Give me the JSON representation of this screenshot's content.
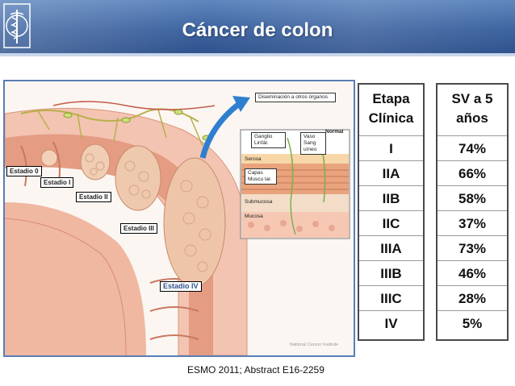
{
  "slide": {
    "title": "Cáncer de colon",
    "footer": "ESMO 2011; Abstract  E16-2259"
  },
  "illustration": {
    "labels": {
      "dissemination": "Diseminación a otros órganos",
      "ganglio": "Ganglio Linfát.",
      "vaso": "Vaso Sang uíneo",
      "normal": "Normal",
      "serosa": "Serosa",
      "capas": "Capas Muscu lar.",
      "submucosa": "Submucosa",
      "mucosa": "Mucosa",
      "stage0": "Estadio 0",
      "stage1": "Estadio I",
      "stage2": "Estadio II",
      "stage3": "Estadio III",
      "stage4": "Estadio IV",
      "credit": "National Cancer Institute"
    }
  },
  "stages_table": {
    "header": [
      "Etapa",
      "Clínica"
    ],
    "rows": [
      "I",
      "IIA",
      "IIB",
      "IIC",
      "IIIA",
      "IIIB",
      "IIIC",
      "IV"
    ]
  },
  "survival_table": {
    "header": [
      "SV a 5",
      "años"
    ],
    "rows": [
      "74%",
      "66%",
      "58%",
      "37%",
      "73%",
      "46%",
      "28%",
      "5%"
    ]
  },
  "colors": {
    "header_blue": "#3e64a0",
    "arrow_blue": "#2f7fd0",
    "tissue_pink": "#e8a98c"
  }
}
